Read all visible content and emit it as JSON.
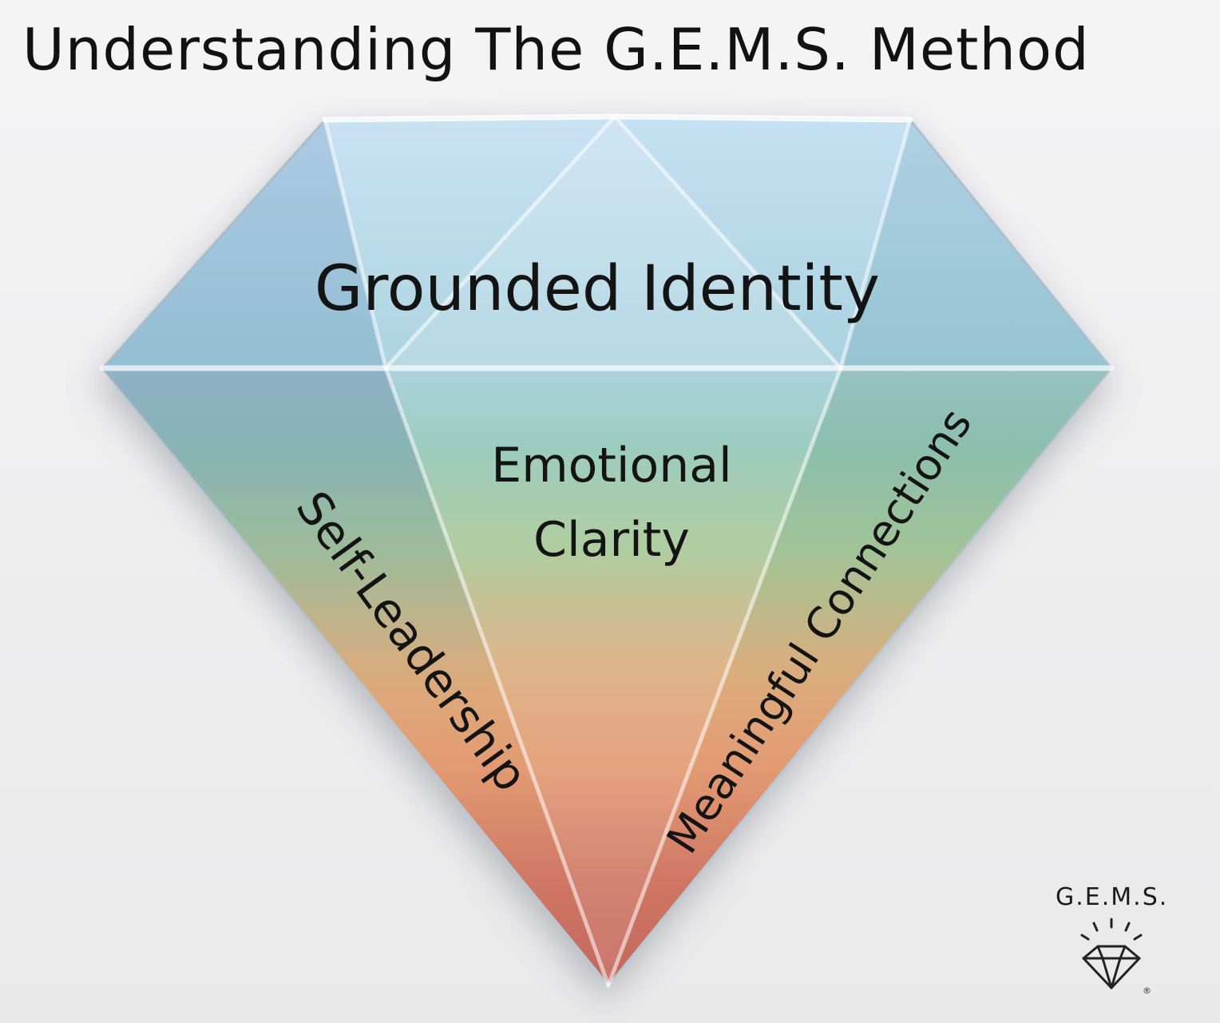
{
  "page": {
    "title": "Understanding The G.E.M.S. Method"
  },
  "diamond": {
    "labels": {
      "grounded_identity": "Grounded Identity",
      "self_leadership": "Self-Leadership",
      "emotional_clarity": "Emotional Clarity",
      "meaningful_connections": "Meaningful Connections"
    },
    "gradient_stops": [
      "#c3dff2",
      "#a6d0de",
      "#93c7b8",
      "#a9c897",
      "#dcae7e",
      "#e29a72",
      "#cf7764",
      "#c3665e"
    ]
  },
  "logo": {
    "text": "G.E.M.S.",
    "registered_mark": "®"
  }
}
